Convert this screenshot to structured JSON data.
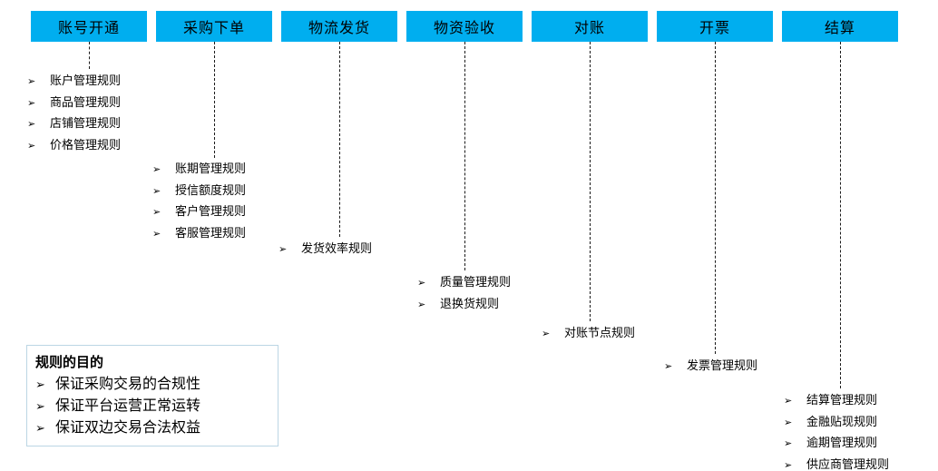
{
  "bullet_glyph": "➢",
  "colors": {
    "stage_fill": "#00AEEF",
    "stage_text": "#000000",
    "connector": "#1a1a1a",
    "purpose_border": "#BCD6E4"
  },
  "stages": [
    {
      "label": "账号开通",
      "rules": [
        "账户管理规则",
        "商品管理规则",
        "店铺管理规则",
        "价格管理规则"
      ]
    },
    {
      "label": "采购下单",
      "rules": [
        "账期管理规则",
        "授信额度规则",
        "客户管理规则",
        "客服管理规则"
      ]
    },
    {
      "label": "物流发货",
      "rules": [
        "发货效率规则"
      ]
    },
    {
      "label": "物资验收",
      "rules": [
        "质量管理规则",
        "退换货规则"
      ]
    },
    {
      "label": "对账",
      "rules": [
        "对账节点规则"
      ]
    },
    {
      "label": "开票",
      "rules": [
        "发票管理规则"
      ]
    },
    {
      "label": "结算",
      "rules": [
        "结算管理规则",
        "金融贴现规则",
        "逾期管理规则",
        "供应商管理规则"
      ]
    }
  ],
  "purpose_box": {
    "title": "规则的目的",
    "items": [
      "保证采购交易的合规性",
      "保证平台运营正常运转",
      "保证双边交易合法权益"
    ]
  }
}
